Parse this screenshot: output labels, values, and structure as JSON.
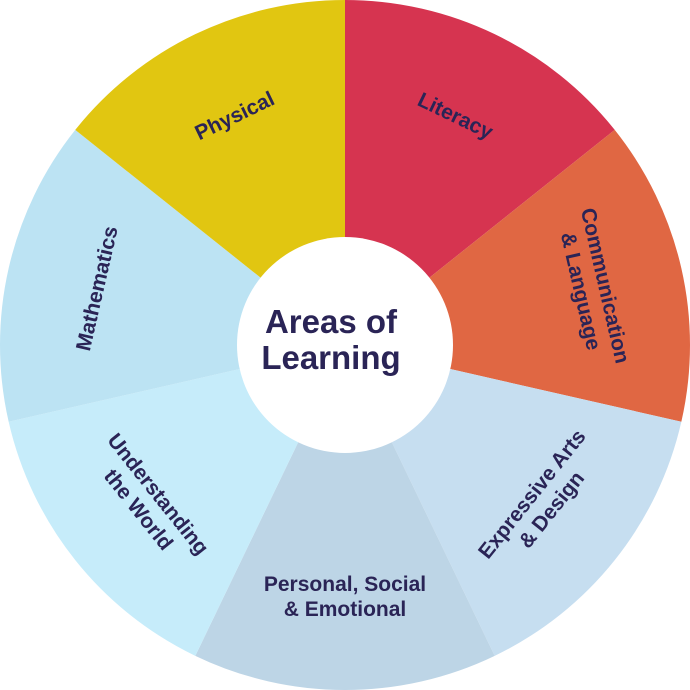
{
  "center": {
    "line1": "Areas of",
    "line2": "Learning"
  },
  "colors": {
    "text": "#2a2456",
    "hub": "#ffffff"
  },
  "segments": [
    {
      "id": "literacy",
      "lines": [
        "Literacy"
      ],
      "color": "#d63450"
    },
    {
      "id": "communication-language",
      "lines": [
        "Communication",
        "& Language"
      ],
      "color": "#e06743"
    },
    {
      "id": "expressive-arts-design",
      "lines": [
        "Expressive Arts",
        "& Design"
      ],
      "color": "#c6def0"
    },
    {
      "id": "personal-social-emotional",
      "lines": [
        "Personal, Social",
        "& Emotional"
      ],
      "color": "#bdd5e6"
    },
    {
      "id": "understanding-world",
      "lines": [
        "Understanding",
        "the World"
      ],
      "color": "#c6ecfa"
    },
    {
      "id": "mathematics",
      "lines": [
        "Mathematics"
      ],
      "color": "#bce3f3"
    },
    {
      "id": "physical",
      "lines": [
        "Physical"
      ],
      "color": "#e1c611"
    }
  ]
}
